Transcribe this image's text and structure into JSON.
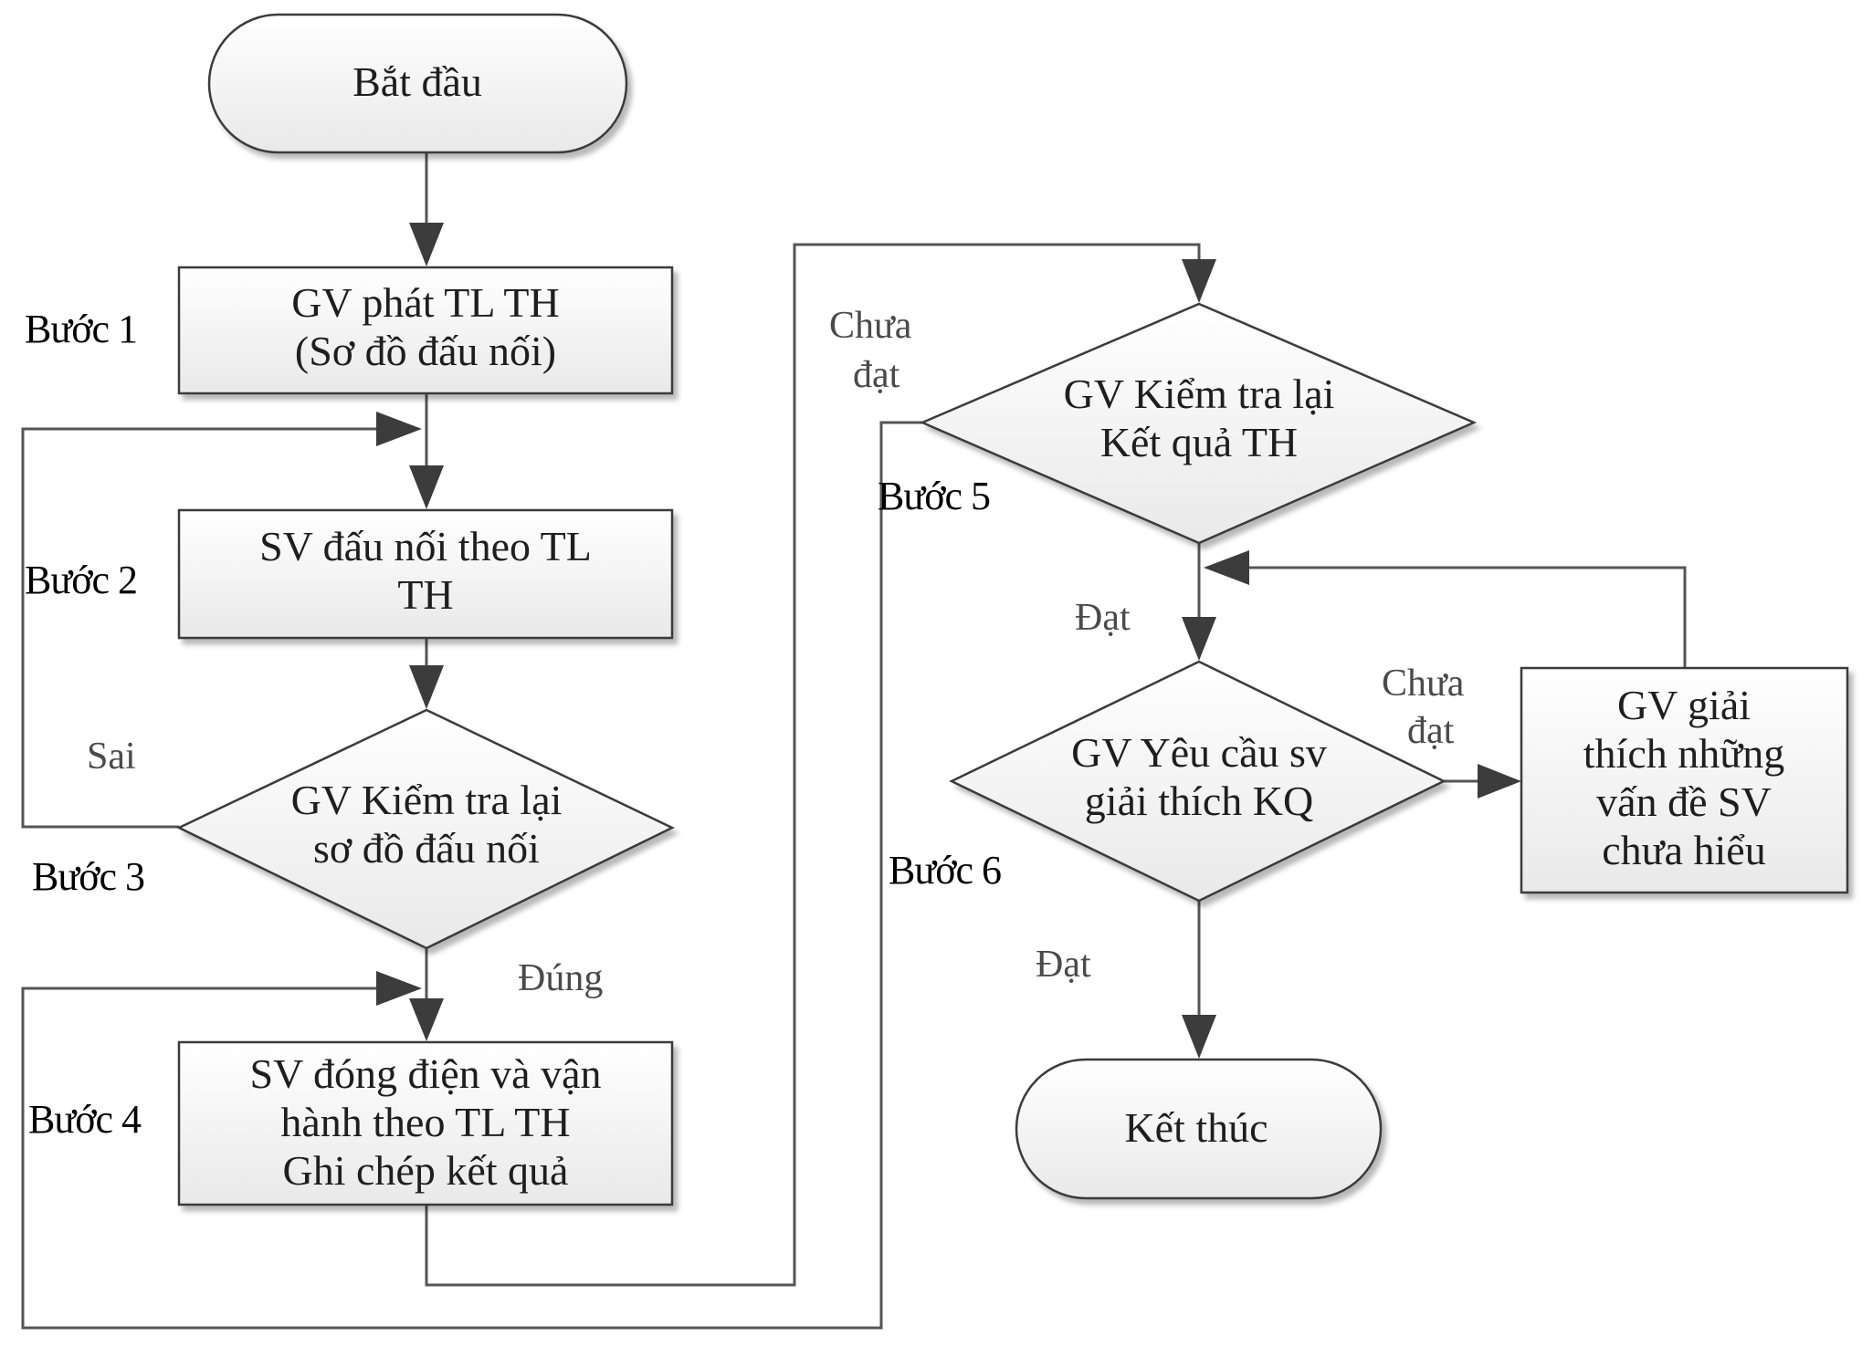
{
  "diagram": {
    "type": "flowchart",
    "colors": {
      "shape_fill_top": "#ffffff",
      "shape_fill_bottom": "#e9e9e9",
      "stroke": "#3a3a3a",
      "edge": "#555555",
      "arrowhead": "#3c3c3c",
      "text": "#1e1e1e",
      "edge_label": "#4a4a4a"
    },
    "nodes": {
      "start": {
        "shape": "terminal",
        "lines": [
          "Bắt đầu"
        ]
      },
      "step1": {
        "shape": "process",
        "lines": [
          "GV phát TL TH",
          "(Sơ đồ đấu nối)"
        ]
      },
      "step2": {
        "shape": "process",
        "lines": [
          "SV đấu nối theo TL",
          "TH"
        ]
      },
      "step3": {
        "shape": "decision",
        "lines": [
          "GV Kiểm tra lại",
          "sơ đồ đấu nối"
        ]
      },
      "step4": {
        "shape": "process",
        "lines": [
          "SV đóng điện và vận",
          "hành theo TL  TH",
          "Ghi chép kết quả"
        ]
      },
      "step5": {
        "shape": "decision",
        "lines": [
          "GV Kiểm tra lại",
          "Kết quả TH"
        ]
      },
      "step6": {
        "shape": "decision",
        "lines": [
          "GV Yêu cầu sv",
          "giải thích KQ"
        ]
      },
      "explain": {
        "shape": "process",
        "lines": [
          "GV giải",
          "thích những",
          "vấn đề SV",
          "chưa hiểu"
        ]
      },
      "end": {
        "shape": "terminal",
        "lines": [
          "Kết thúc"
        ]
      }
    },
    "step_labels": [
      "Bước 1",
      "Bước 2",
      "Bước 3",
      "Bước 4",
      "Bước 5",
      "Bước 6"
    ],
    "edge_labels": {
      "step3_wrong": "Sai",
      "step3_right": "Đúng",
      "step5_fail": [
        "Chưa",
        "đạt"
      ],
      "step5_pass": "Đạt",
      "step6_fail": [
        "Chưa",
        "đạt"
      ],
      "step6_pass": "Đạt"
    },
    "edges": [
      {
        "from": "start",
        "to": "step1"
      },
      {
        "from": "step1",
        "to": "step2"
      },
      {
        "from": "step2",
        "to": "step3"
      },
      {
        "from": "step3",
        "to": "step2",
        "label": "Sai"
      },
      {
        "from": "step3",
        "to": "step4",
        "label": "Đúng"
      },
      {
        "from": "step4",
        "to": "step5"
      },
      {
        "from": "step5",
        "to": "step4",
        "label": "Chưa đạt"
      },
      {
        "from": "step5",
        "to": "step6",
        "label": "Đạt"
      },
      {
        "from": "step6",
        "to": "explain",
        "label": "Chưa đạt"
      },
      {
        "from": "explain",
        "to": "step6"
      },
      {
        "from": "step6",
        "to": "end",
        "label": "Đạt"
      }
    ]
  }
}
